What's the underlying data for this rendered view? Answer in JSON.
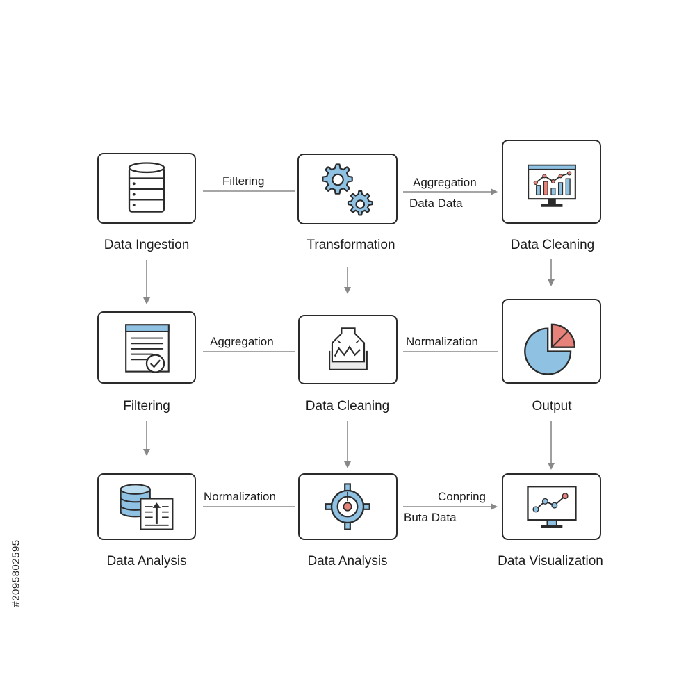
{
  "colors": {
    "accent": "#8fc1e3",
    "accent_dark": "#2d6f9a",
    "alert": "#e7827a",
    "stroke": "#2b2b2b",
    "wire": "#888888"
  },
  "nodes": {
    "ingestion": {
      "label": "Data Ingestion",
      "icon": "database-icon"
    },
    "transformation": {
      "label": "Transformation",
      "icon": "gears-icon"
    },
    "cleaning_top": {
      "label": "Data Cleaning",
      "icon": "dashboard-monitor-icon"
    },
    "filtering": {
      "label": "Filtering",
      "icon": "document-check-icon"
    },
    "cleaning_mid": {
      "label": "Data Cleaning",
      "icon": "funnel-tray-icon"
    },
    "output": {
      "label": "Output",
      "icon": "pie-chart-icon"
    },
    "analysis_left": {
      "label": "Data Analysis",
      "icon": "database-report-icon"
    },
    "analysis_mid": {
      "label": "Data Analysis",
      "icon": "target-icon"
    },
    "visualization": {
      "label": "Data Visualization",
      "icon": "line-chart-monitor-icon"
    }
  },
  "edges": {
    "e1": {
      "label": "Filtering"
    },
    "e2": {
      "label": "Aggregation",
      "label2": "Data Data"
    },
    "e3": {
      "label": "Aggregation"
    },
    "e4": {
      "label": "Normalization"
    },
    "e5": {
      "label": "Normalization"
    },
    "e6": {
      "label": "Conpring",
      "label2": "Buta Data"
    }
  },
  "watermark_id": "#209580259​5"
}
